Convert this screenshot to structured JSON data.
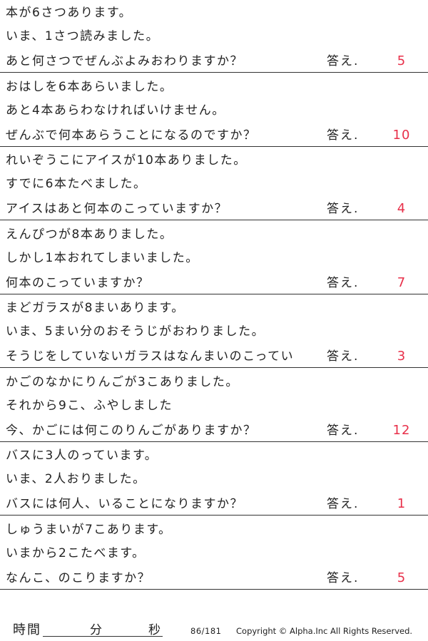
{
  "problems": [
    {
      "line1": "本が6さつあります。",
      "line2": "いま、1さつ読みました。",
      "line3": "あと何さつでぜんぶよみおわりますか？",
      "answer_label": "答え.",
      "answer": "5"
    },
    {
      "line1": "おはしを6本あらいました。",
      "line2": "あと4本あらわなければいけません。",
      "line3": "ぜんぶで何本あらうことになるのですか？",
      "answer_label": "答え.",
      "answer": "10"
    },
    {
      "line1": "れいぞうこにアイスが10本ありました。",
      "line2": "すでに6本たべました。",
      "line3": "アイスはあと何本のこっていますか？",
      "answer_label": "答え.",
      "answer": "4"
    },
    {
      "line1": "えんぴつが8本ありました。",
      "line2": "しかし1本おれてしまいました。",
      "line3": "何本のこっていますか？",
      "answer_label": "答え.",
      "answer": "7"
    },
    {
      "line1": "まどガラスが8まいあります。",
      "line2": "いま、5まい分のおそうじがおわりました。",
      "line3": "そうじをしていないガラスはなんまいのこってい",
      "answer_label": "答え.",
      "answer": "3"
    },
    {
      "line1": "かごのなかにりんごが3こありました。",
      "line2": "それから9こ、ふやしました",
      "line3": "今、かごには何このりんごがありますか？",
      "answer_label": "答え.",
      "answer": "12"
    },
    {
      "line1": "バスに3人のっています。",
      "line2": "いま、2人おりました。",
      "line3": "バスには何人、いることになりますか？",
      "answer_label": "答え.",
      "answer": "1"
    },
    {
      "line1": "しゅうまいが7こあります。",
      "line2": "いまから2こたべます。",
      "line3": "なんこ、のこりますか？",
      "answer_label": "答え.",
      "answer": "5"
    }
  ],
  "footer": {
    "time_label": "時間",
    "minutes_label": "分",
    "seconds_label": "秒",
    "page_number": "86/181",
    "copyright": "Copyright ©  Alpha.Inc All Rights Reserved."
  },
  "colors": {
    "answer": "#e8304a",
    "text": "#222222",
    "rule": "#333333"
  }
}
